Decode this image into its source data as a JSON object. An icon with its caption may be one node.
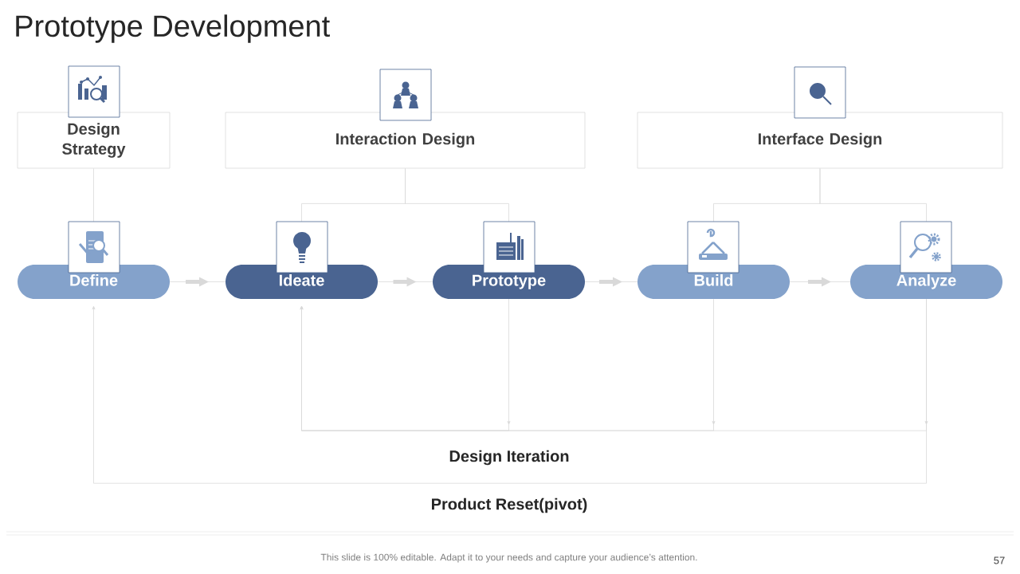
{
  "diagram": {
    "title": "Prototype Development",
    "nodes": [
      {
        "text": [
          "Design Strategy"
        ]
      },
      {
        "text": [
          "Interaction Design"
        ]
      },
      {
        "text": [
          "Interface Design"
        ]
      },
      {
        "text": [
          "Define"
        ]
      },
      {
        "text": [
          "Ideate"
        ]
      },
      {
        "text": [
          "Prototype"
        ]
      },
      {
        "text": [
          "Build"
        ]
      },
      {
        "text": [
          "Analyze"
        ]
      }
    ],
    "edges": [
      {
        "from": 0,
        "to": 3,
        "arrow": "none"
      },
      {
        "from": 1,
        "to": 4,
        "arrow": "none"
      },
      {
        "from": 1,
        "to": 5,
        "arrow": "none"
      },
      {
        "from": 2,
        "to": 6,
        "arrow": "none"
      },
      {
        "from": 2,
        "to": 7,
        "arrow": "none"
      },
      {
        "from": 3,
        "to": 4,
        "arrow": "to"
      },
      {
        "from": 4,
        "to": 5,
        "arrow": "to"
      },
      {
        "from": 5,
        "to": 6,
        "arrow": "to"
      },
      {
        "from": 6,
        "to": 7,
        "arrow": "to"
      },
      {
        "from": 5,
        "to": 4,
        "arrow": "to"
      },
      {
        "from": 6,
        "to": 4,
        "arrow": "to"
      },
      {
        "from": 7,
        "to": 4,
        "arrow": "to"
      },
      {
        "from": 7,
        "to": 3,
        "arrow": "to"
      }
    ],
    "labels": [
      "Design Iteration",
      "Product Reset(pivot)",
      "This slide is 100% editable. Adapt it to your needs and capture your audience’s attention.",
      "57"
    ]
  }
}
